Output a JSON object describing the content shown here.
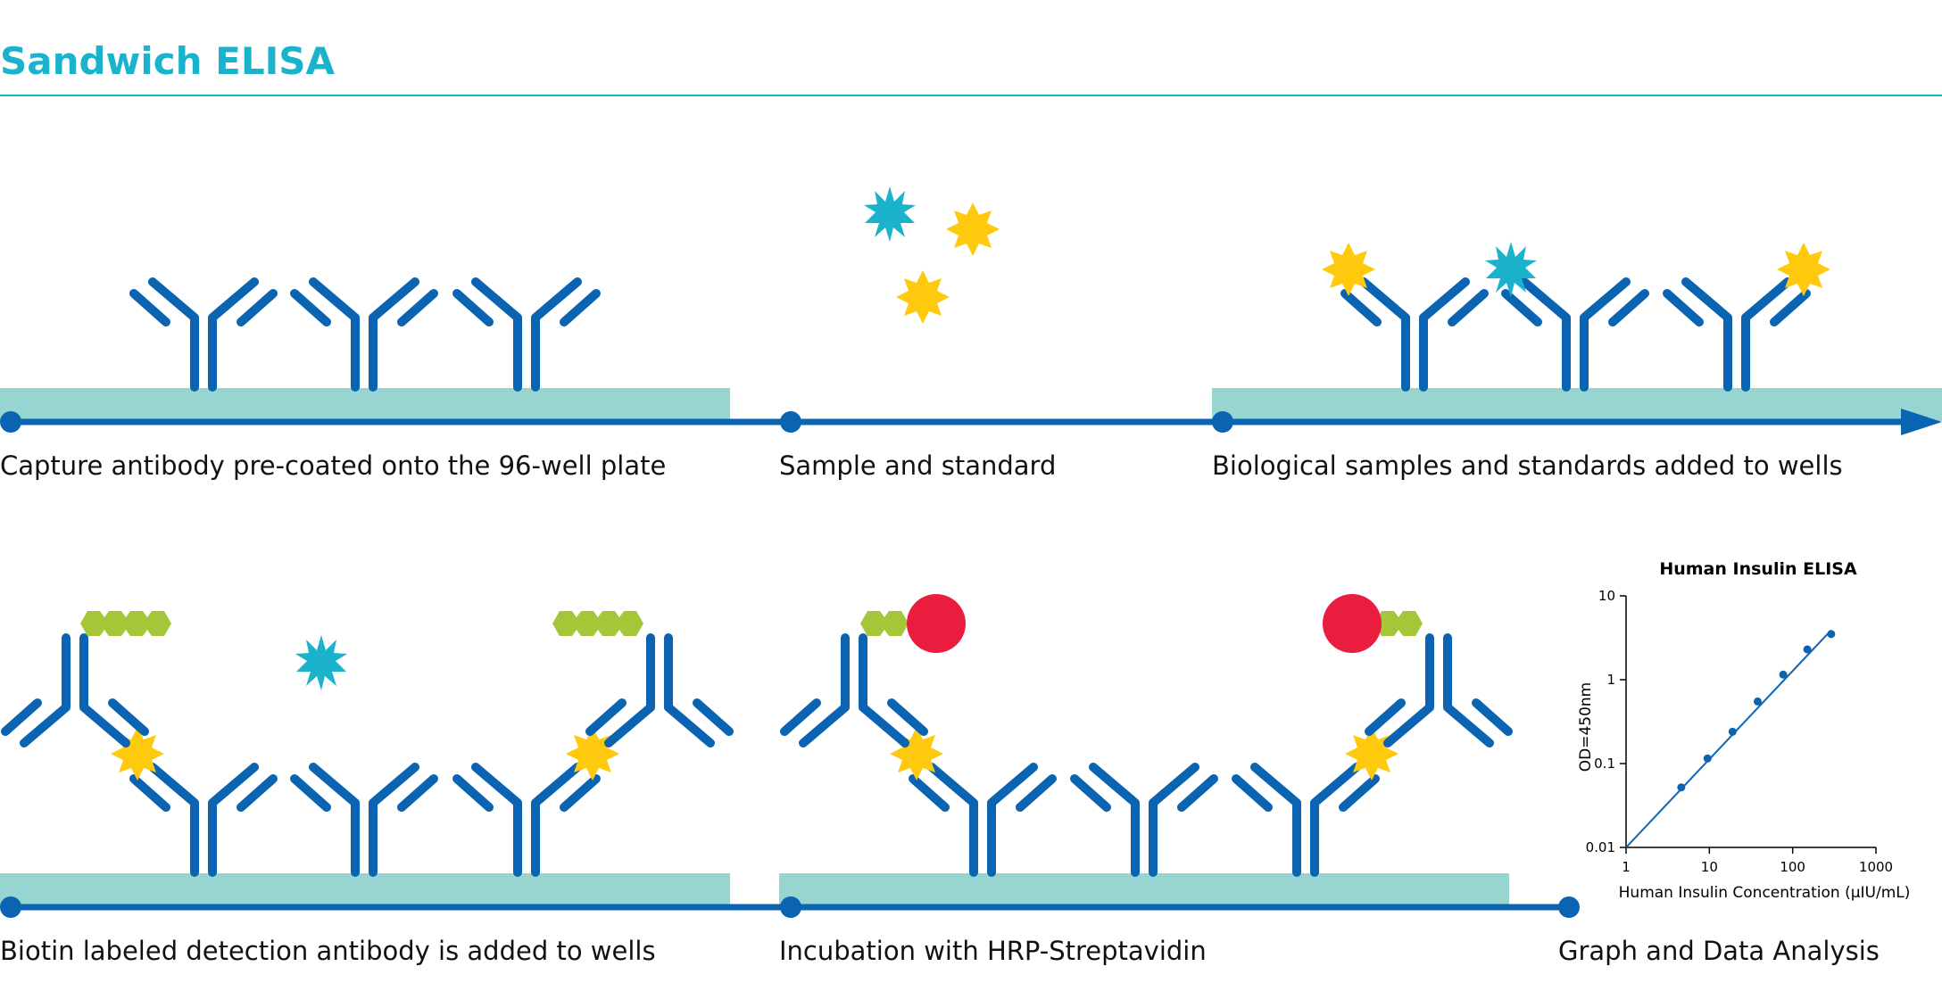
{
  "title": "Sandwich ELISA",
  "colors": {
    "accent": "#1bb3cc",
    "antibody": "#0a64b2",
    "plate": "#97d5d1",
    "timeline": "#0a64b2",
    "target_antigen": "#ffc90e",
    "other_antigen": "#1bb3cc",
    "biotin": "#a6c63a",
    "hrp": "#ea1d3f"
  },
  "steps": [
    {
      "caption": "Capture antibody pre-coated onto the 96-well plate"
    },
    {
      "caption": "Sample and standard"
    },
    {
      "caption": "Biological samples and standards added to wells"
    },
    {
      "caption": "Biotin labeled detection antibody is added to wells"
    },
    {
      "caption": "Incubation with HRP-Streptavidin"
    },
    {
      "caption": "Graph and Data Analysis"
    }
  ],
  "chart_data": {
    "type": "line",
    "title": "Human Insulin ELISA",
    "xlabel": "Human Insulin Concentration (μIU/mL)",
    "ylabel": "OD=450nm",
    "xscale": "log",
    "yscale": "log",
    "xlim": [
      1,
      1000
    ],
    "ylim": [
      0.01,
      10
    ],
    "xticks": [
      "1",
      "10",
      "100",
      "1000"
    ],
    "yticks": [
      "0.01",
      "0.1",
      "1",
      "10"
    ],
    "grid": false,
    "series": [
      {
        "x": [
          4.6,
          9.5,
          19,
          38,
          77,
          150,
          290
        ],
        "y": [
          0.052,
          0.115,
          0.24,
          0.55,
          1.15,
          2.3,
          3.5
        ]
      }
    ],
    "fit_line": {
      "x": [
        1,
        290
      ],
      "y": [
        0.01,
        3.9
      ]
    }
  }
}
